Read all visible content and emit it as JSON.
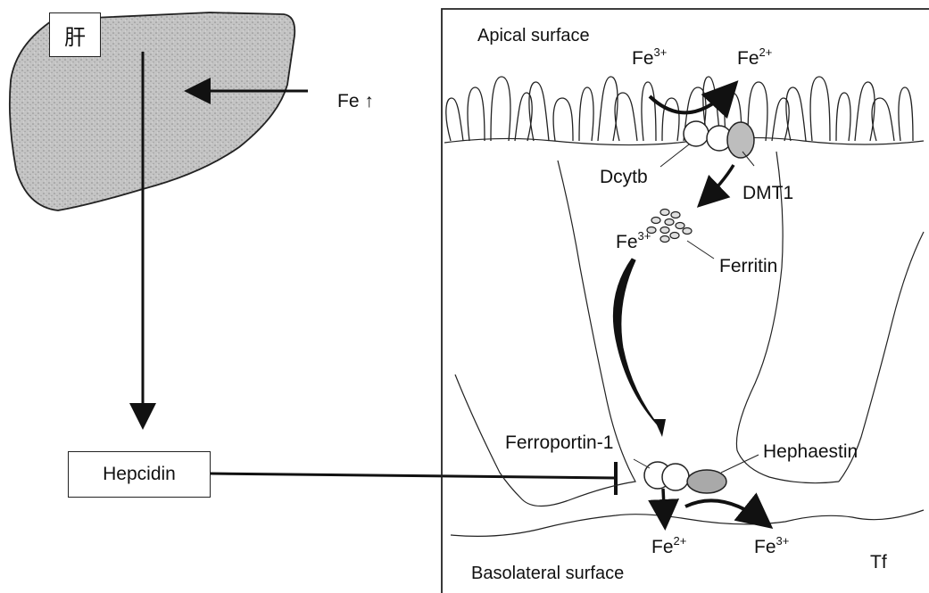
{
  "liver": {
    "label": "肝",
    "iron_input": "Fe ↑"
  },
  "hepcidin": {
    "label": "Hepcidin"
  },
  "cell": {
    "apical_surface": "Apical surface",
    "basolateral_surface": "Basolateral surface",
    "dcytb": "Dcytb",
    "dmt1": "DMT1",
    "ferritin": "Ferritin",
    "ferroportin": "Ferroportin-1",
    "hephaestin": "Hephaestin",
    "transferrin": "Tf"
  },
  "ions": {
    "apical_fe3": {
      "base": "Fe",
      "charge": "3+"
    },
    "apical_fe2": {
      "base": "Fe",
      "charge": "2+"
    },
    "cytosol_fe3": {
      "base": "Fe",
      "charge": "3+"
    },
    "basal_fe2": {
      "base": "Fe",
      "charge": "2+"
    },
    "basal_fe3": {
      "base": "Fe",
      "charge": "3+"
    }
  },
  "colors": {
    "liver_fill": "#bdbdbd",
    "protein_fill": "#d6d6d6",
    "hephaestin_fill": "#a9a9a9",
    "line": "#111111"
  }
}
